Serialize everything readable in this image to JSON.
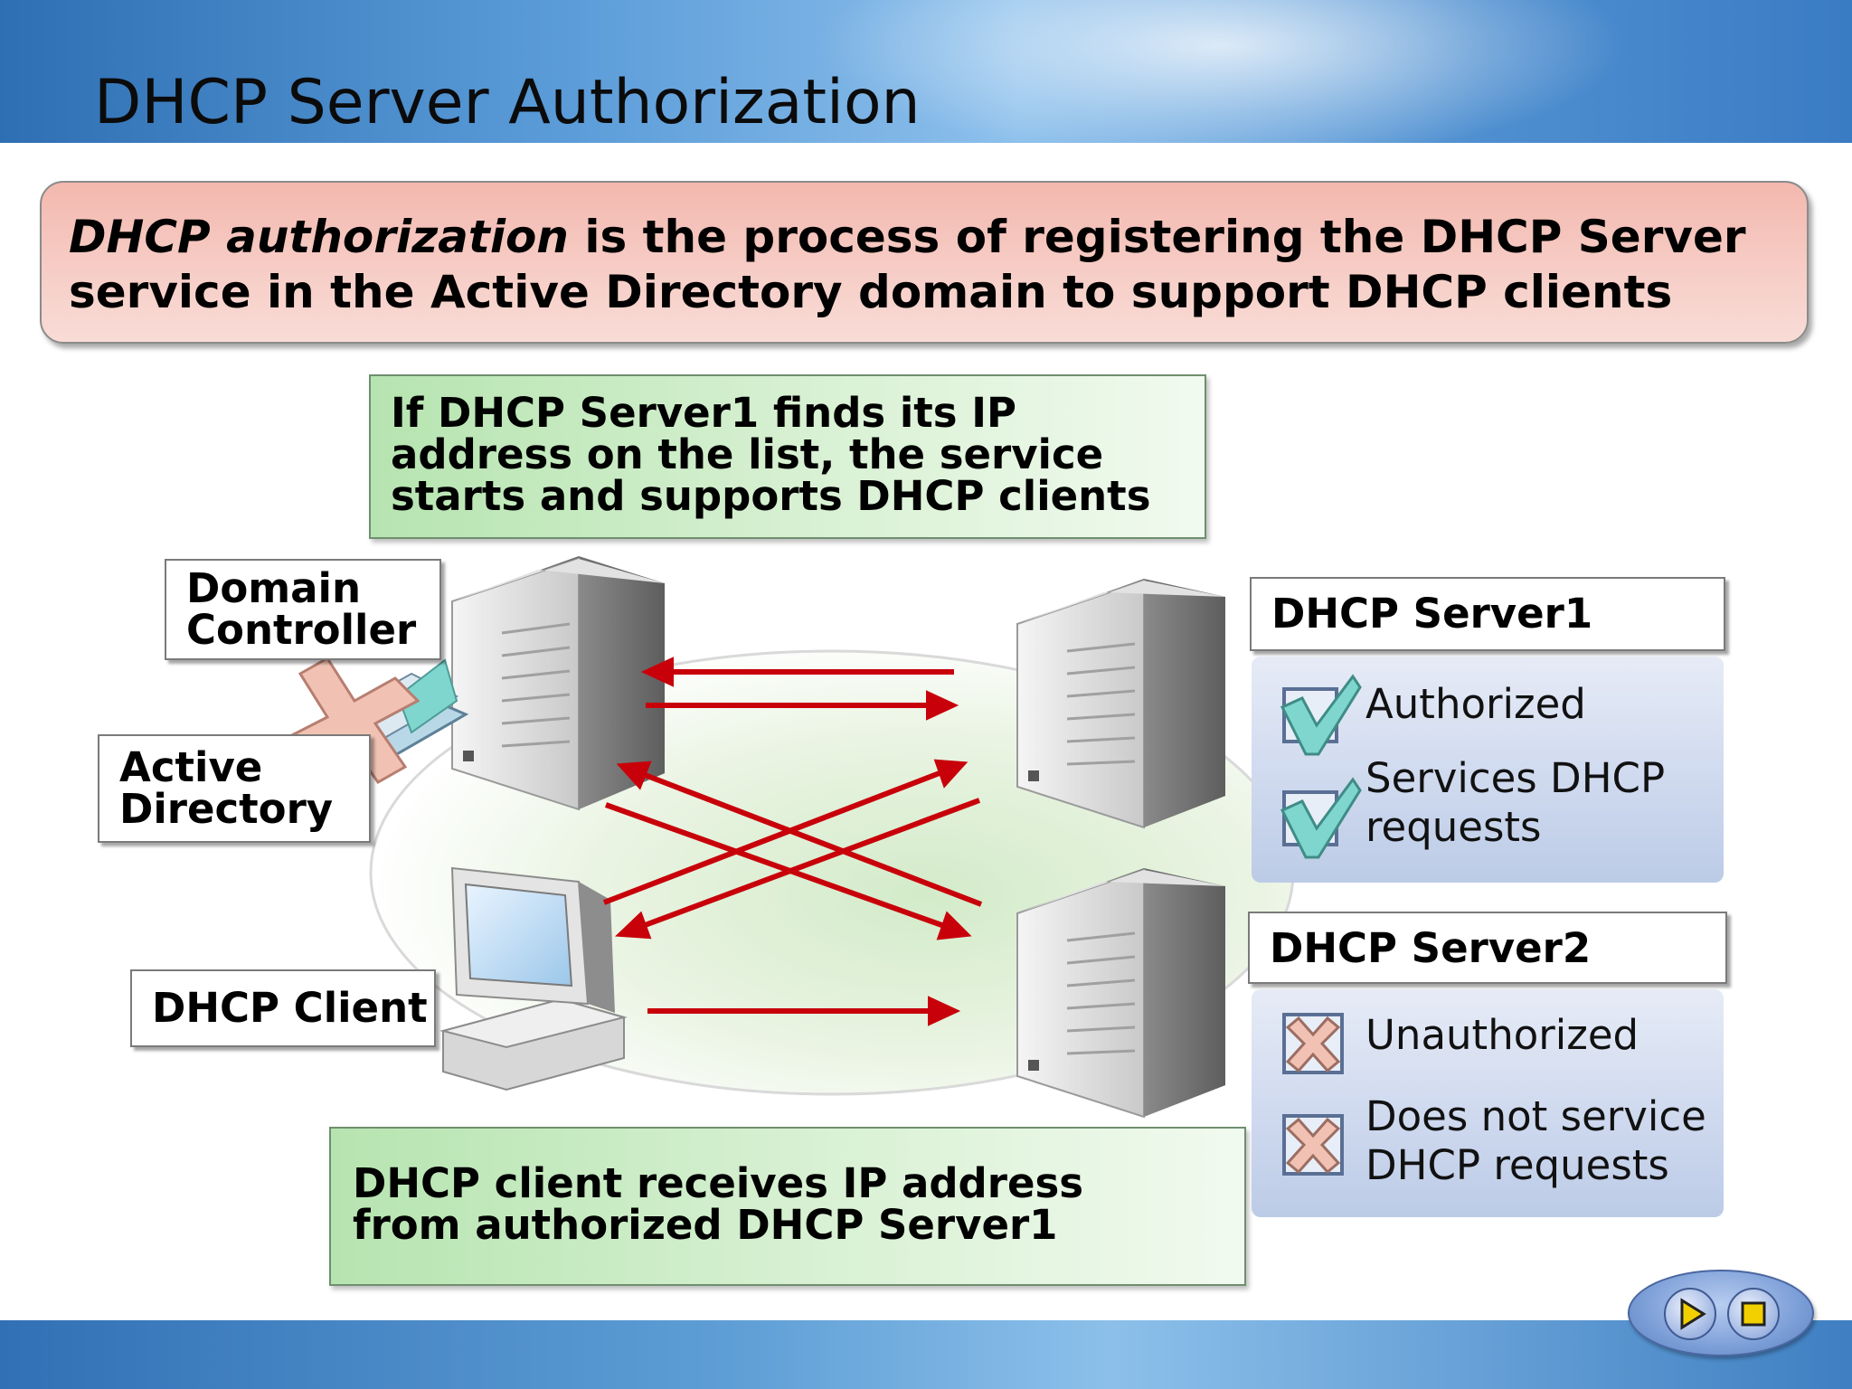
{
  "title": "DHCP Server Authorization",
  "definition": {
    "term": "DHCP authorization",
    "rest": " is the process of registering the DHCP Server service in the Active Directory domain to support DHCP clients"
  },
  "callouts": {
    "server1_check": "If DHCP Server1 finds its IP\naddress on the list, the service\nstarts and supports DHCP clients",
    "client_result": "DHCP client receives IP address\nfrom authorized DHCP Server1"
  },
  "labels": {
    "domain_controller": "Domain\nController",
    "active_directory": "Active\nDirectory",
    "dhcp_client": "DHCP Client",
    "server1": "DHCP Server1",
    "server2": "DHCP Server2"
  },
  "server1_status": {
    "authorized": "Authorized",
    "services": "Services DHCP\nrequests"
  },
  "server2_status": {
    "unauthorized": "Unauthorized",
    "no_service": "Does not service\nDHCP requests"
  },
  "colors": {
    "arrow": "#c8000a",
    "check": "#7fd6cf",
    "cross": "#f1c2b4"
  },
  "icons": {
    "server": "server-tower-icon",
    "client": "desktop-computer-icon",
    "directory": "active-directory-book-icon",
    "check": "checkmark-icon",
    "cross": "x-mark-icon",
    "play": "play-icon",
    "stop": "stop-icon"
  }
}
